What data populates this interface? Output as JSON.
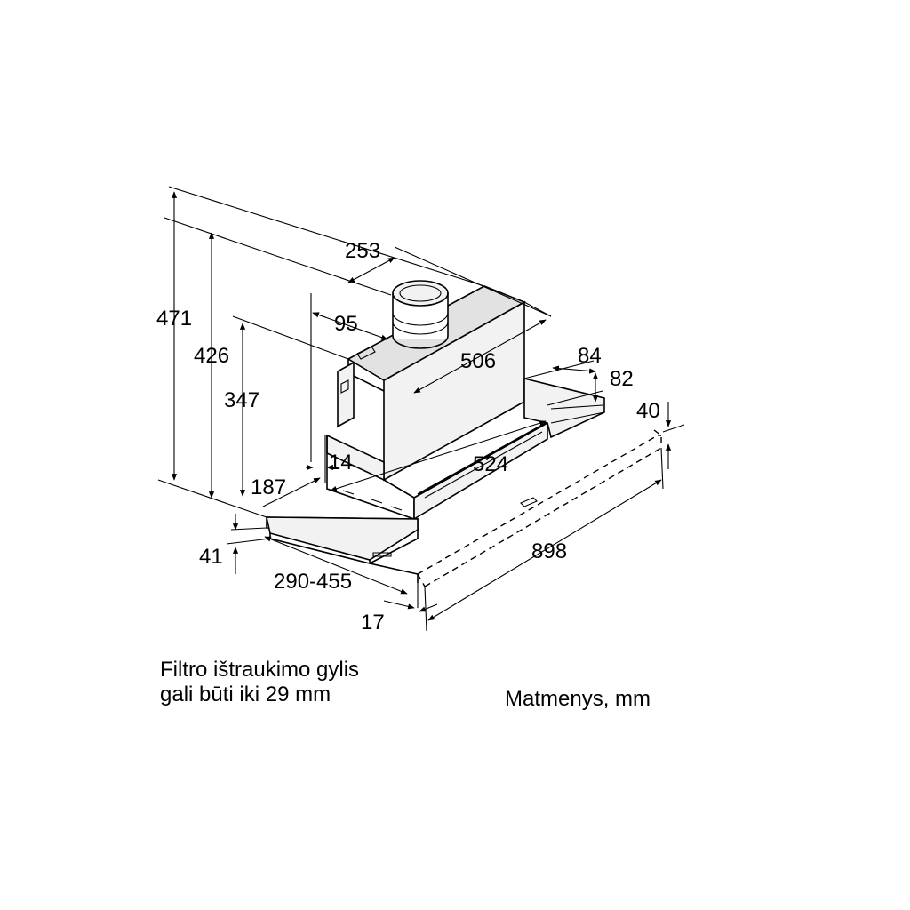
{
  "dimensions": {
    "d471": "471",
    "d426": "426",
    "d347": "347",
    "d253": "253",
    "d95": "95",
    "d506": "506",
    "d84": "84",
    "d82": "82",
    "d40": "40",
    "d14": "14",
    "d524": "524",
    "d187": "187",
    "d41": "41",
    "d290_455": "290-455",
    "d898": "898",
    "d17": "17"
  },
  "notes": {
    "filter_line1": "Filtro ištraukimo gylis",
    "filter_line2": "gali būti iki 29 mm",
    "units": "Matmenys, mm"
  }
}
